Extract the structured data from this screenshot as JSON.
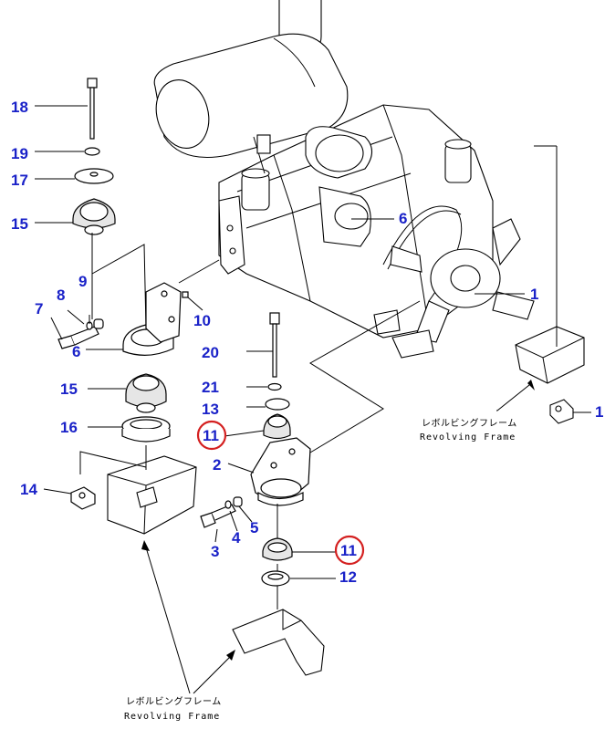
{
  "diagram": {
    "callouts": {
      "p18": "18",
      "p19": "19",
      "p17": "17",
      "p15a": "15",
      "p9": "9",
      "p7": "7",
      "p8": "8",
      "p6a": "6",
      "p10": "10",
      "p6b": "6",
      "p1a": "1",
      "p1b": "1",
      "p20": "20",
      "p21": "21",
      "p13": "13",
      "p11a": "11",
      "p2": "2",
      "p15b": "15",
      "p16": "16",
      "p14": "14",
      "p3": "3",
      "p4": "4",
      "p5": "5",
      "p11b": "11",
      "p12": "12"
    },
    "frame_right": {
      "jp": "レボルビングフレーム",
      "en": "Revolving Frame"
    },
    "frame_bottom": {
      "jp": "レボルビングフレーム",
      "en": "Revolving Frame"
    },
    "colors": {
      "callout": "#1a22c8",
      "highlight_ring": "#d42020",
      "line": "#000000"
    }
  }
}
